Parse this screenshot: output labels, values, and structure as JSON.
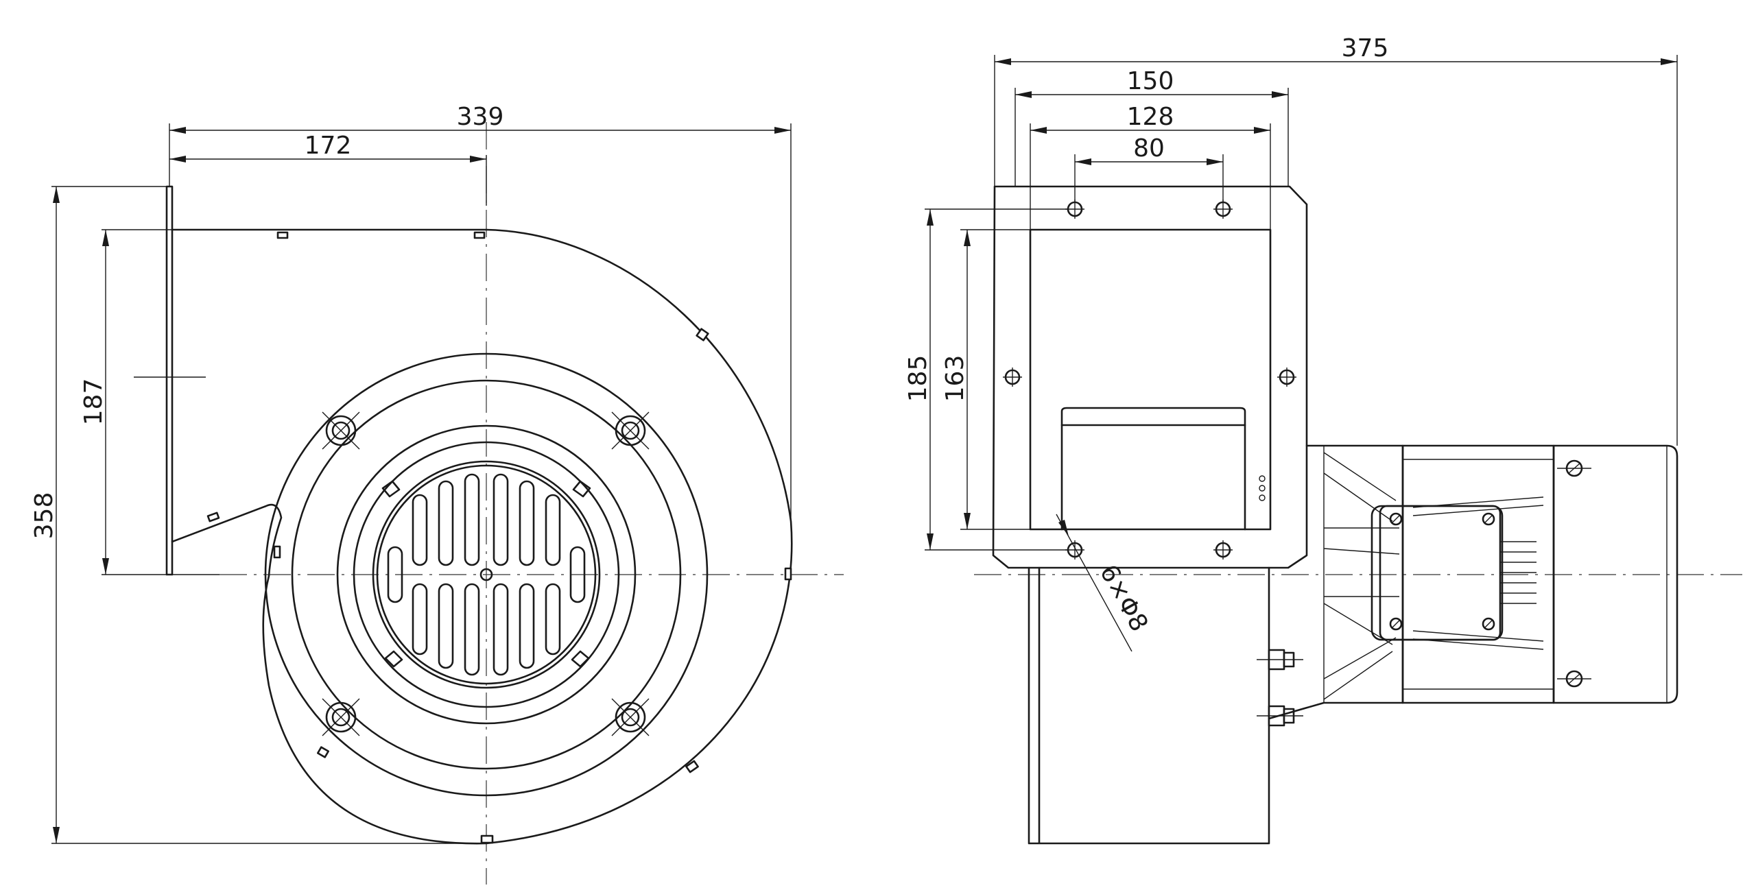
{
  "drawing": {
    "line_color": "#1a1a1a",
    "background": "#ffffff",
    "front_view": {
      "overall_width": "339",
      "outlet_offset": "172",
      "overall_height": "358",
      "outlet_height": "187"
    },
    "side_view": {
      "overall_length": "375",
      "flange_width": "150",
      "inner_width": "128",
      "hole_spacing": "80",
      "flange_height": "185",
      "inner_height": "163",
      "holes_note": "6×Φ8"
    }
  }
}
